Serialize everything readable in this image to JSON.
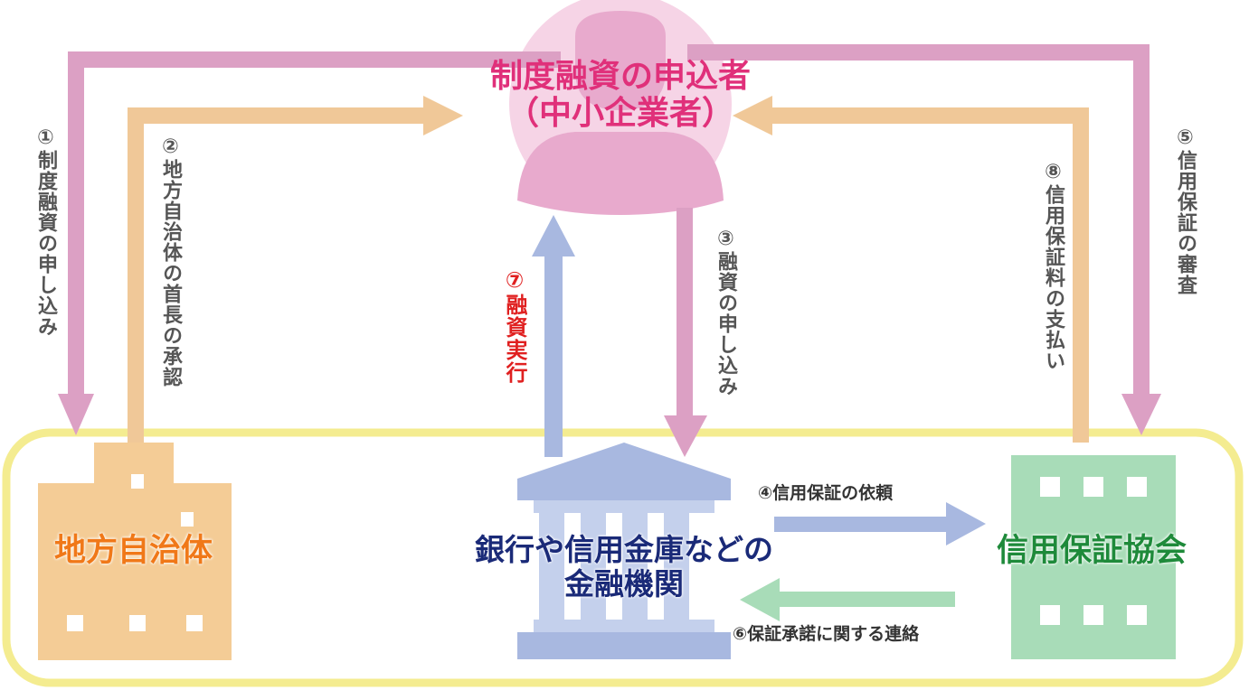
{
  "applicant": {
    "line1": "制度融資の申込者",
    "line2": "（中小企業者）"
  },
  "entities": {
    "local_gov": "地方自治体",
    "bank_line1": "銀行や信用金庫などの",
    "bank_line2": "金融機関",
    "guarantee_assoc": "信用保証協会"
  },
  "steps": {
    "s1": "①制度融資の申し込み",
    "s2": "②地方自治体の首長の承認",
    "s3": "③融資の申し込み",
    "s4": "④信用保証の依頼",
    "s5": "⑤信用保証の審査",
    "s6": "⑥保証承諾に関する連絡",
    "s7": "⑦融資実行",
    "s8": "⑧信用保証料の支払い"
  },
  "colors": {
    "pink_arrow": "#dca0c4",
    "orange_arrow": "#f0c898",
    "blue_arrow": "#a8b8e0",
    "green_arrow": "#a8dcb8",
    "yellow_frame": "#f4ec90",
    "applicant_text": "#e0307a",
    "local_gov_text": "#f07818",
    "bank_text": "#1a2a78",
    "guarantee_text": "#1e8a3a",
    "step7_text": "#e02020",
    "step_text": "#555555"
  },
  "icons": {
    "applicant": "person-silhouette-icon",
    "local_gov": "building-icon",
    "bank": "bank-columns-icon",
    "guarantee_assoc": "office-building-icon"
  }
}
